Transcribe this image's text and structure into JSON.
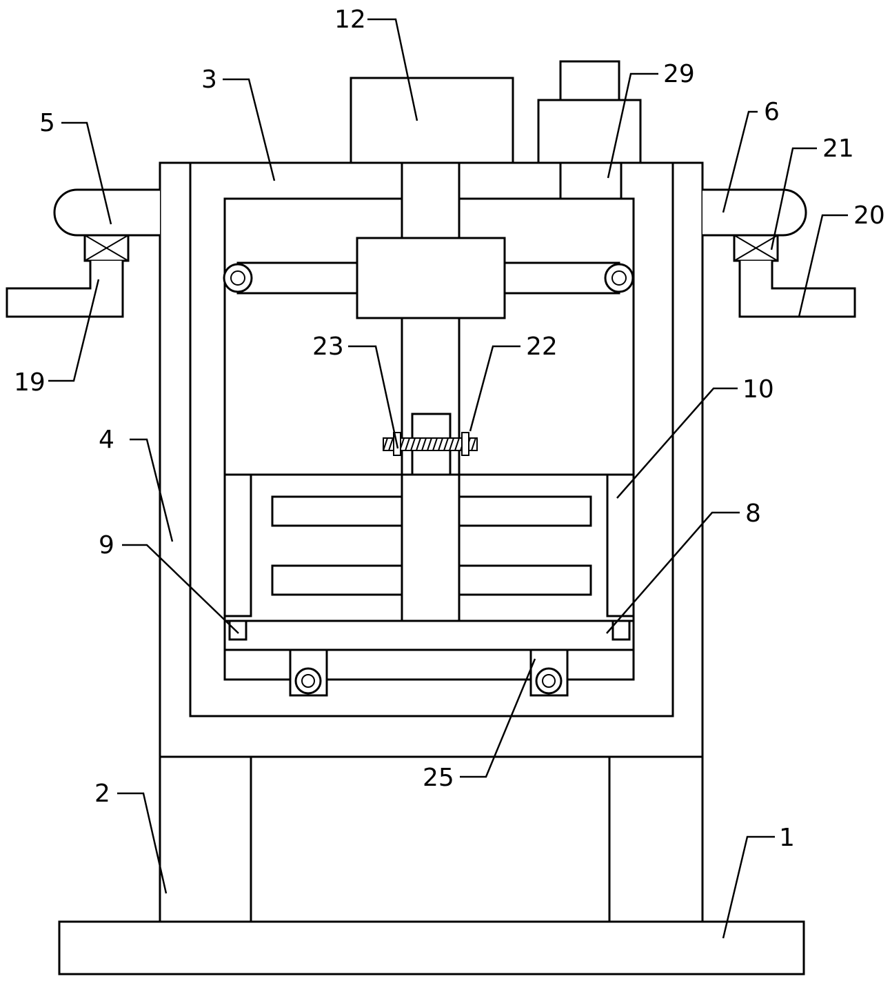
{
  "labels": {
    "l1": "1",
    "l2": "2",
    "l3": "3",
    "l4": "4",
    "l5": "5",
    "l6": "6",
    "l8": "8",
    "l9": "9",
    "l10": "10",
    "l12": "12",
    "l19": "19",
    "l20": "20",
    "l21": "21",
    "l22": "22",
    "l23": "23",
    "l25": "25",
    "l29": "29"
  }
}
